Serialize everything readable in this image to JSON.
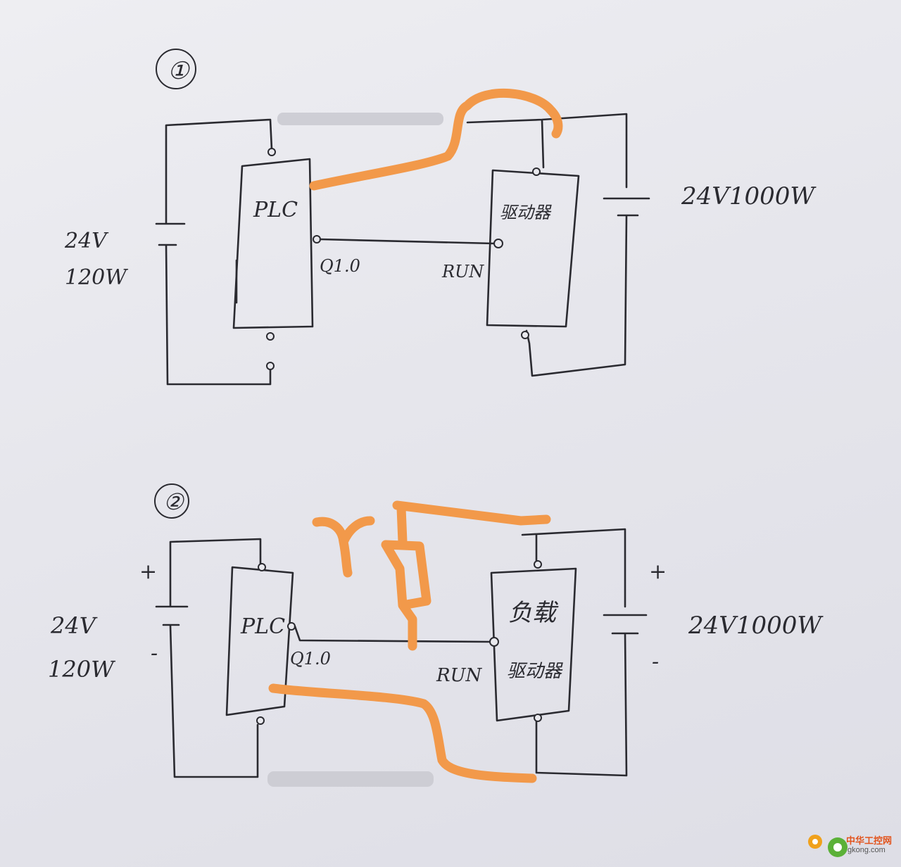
{
  "diagram1": {
    "number": "①",
    "plc_label": "PLC",
    "driver_label": "驱动器",
    "output_label": "Q1.0",
    "run_label": "RUN",
    "left_supply": [
      "24V",
      "120W"
    ],
    "right_supply": "24V1000W"
  },
  "diagram2": {
    "number": "②",
    "plc_label": "PLC",
    "driver_label_top": "负载",
    "driver_label_bottom": "驱动器",
    "output_label": "Q1.0",
    "run_label": "RUN",
    "left_supply": [
      "24V",
      "120W"
    ],
    "right_supply": "24V1000W",
    "plus_sign": "+",
    "minus_sign": "-"
  },
  "watermark": {
    "cn_text": "中华工控网",
    "site": "gkong.com"
  },
  "colors": {
    "ink": "#2a2a30",
    "highlight": "#f2994a",
    "paper": "#e9e9ee"
  }
}
